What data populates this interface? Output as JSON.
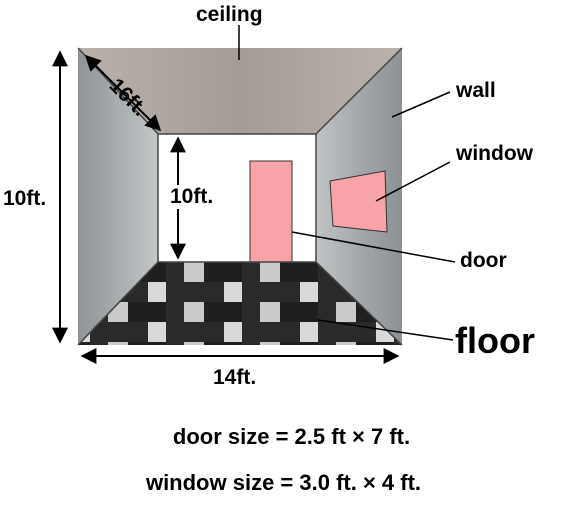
{
  "labels": {
    "ceiling": "ceiling",
    "wall": "wall",
    "window": "window",
    "door": "door",
    "floor": "floor"
  },
  "dimensions": {
    "room_height": "10ft.",
    "back_wall_height": "10ft.",
    "room_depth": "16ft.",
    "room_width": "14ft."
  },
  "captions": {
    "door_size": "door size = 2.5 ft × 7 ft.",
    "window_size": "window size = 3.0 ft. × 4 ft."
  },
  "colors": {
    "ceiling": "#b5aca6",
    "side_wall": "#9aa0a3",
    "back_wall": "#ffffff",
    "door": "#f8a3a8",
    "window": "#f8a3a8",
    "floor_light": "#c9cbc9",
    "floor_dark": "#2a2a2a"
  }
}
